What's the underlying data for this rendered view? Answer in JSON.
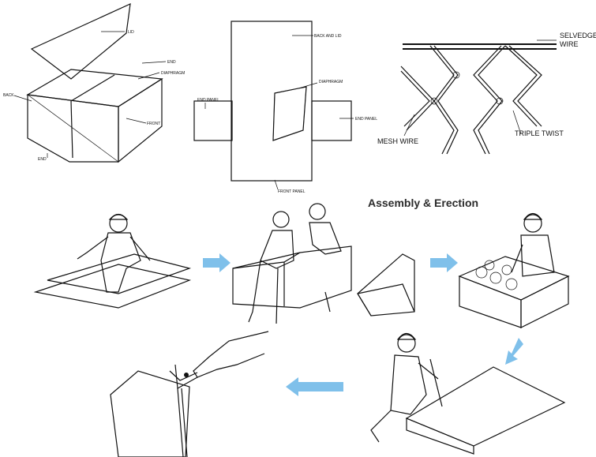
{
  "diagram_1": {
    "labels": {
      "lid": "LID",
      "end_top": "END",
      "diaphragm": "DIAPHRAGM",
      "back": "BACK",
      "front": "FRONT",
      "end_bottom": "END"
    }
  },
  "diagram_2": {
    "labels": {
      "back_and_lid": "BACK AND LID",
      "end_panel_left": "END PANEL",
      "diaphragm": "DIAPHRAGM",
      "end_panel_right": "END PANEL",
      "front_panel": "FRONT PANEL"
    }
  },
  "diagram_3": {
    "labels": {
      "selvedge_line1": "SELVEDGE",
      "selvedge_line2": "WIRE",
      "mesh_wire": "MESH WIRE",
      "triple_twist": "TRIPLE TWIST"
    }
  },
  "section_title": "Assembly & Erection",
  "colors": {
    "arrow": "#7fc0ea",
    "ink": "#111111",
    "title": "#2b2b2b"
  },
  "icons": [
    "arrow-right-icon",
    "arrow-down-left-icon",
    "arrow-left-icon"
  ]
}
